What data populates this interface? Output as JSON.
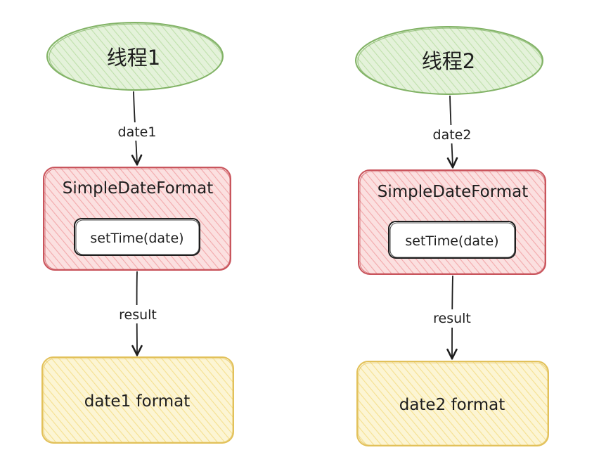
{
  "diagram": {
    "columns": [
      {
        "thread_label": "线程1",
        "input_label": "date1",
        "formatter_label": "SimpleDateFormat",
        "method_label": "setTime(date)",
        "output_edge_label": "result",
        "output_label": "date1 format"
      },
      {
        "thread_label": "线程2",
        "input_label": "date2",
        "formatter_label": "SimpleDateFormat",
        "method_label": "setTime(date)",
        "output_edge_label": "result",
        "output_label": "date2 format"
      }
    ],
    "colors": {
      "thread_fill": "#d8eccb",
      "thread_stroke": "#82b366",
      "formatter_fill": "#f7c6c6",
      "formatter_stroke": "#c9555d",
      "output_fill": "#fbefb3",
      "output_stroke": "#e2c15a",
      "method_fill": "#ffffff",
      "stroke": "#1e1e1e"
    }
  }
}
